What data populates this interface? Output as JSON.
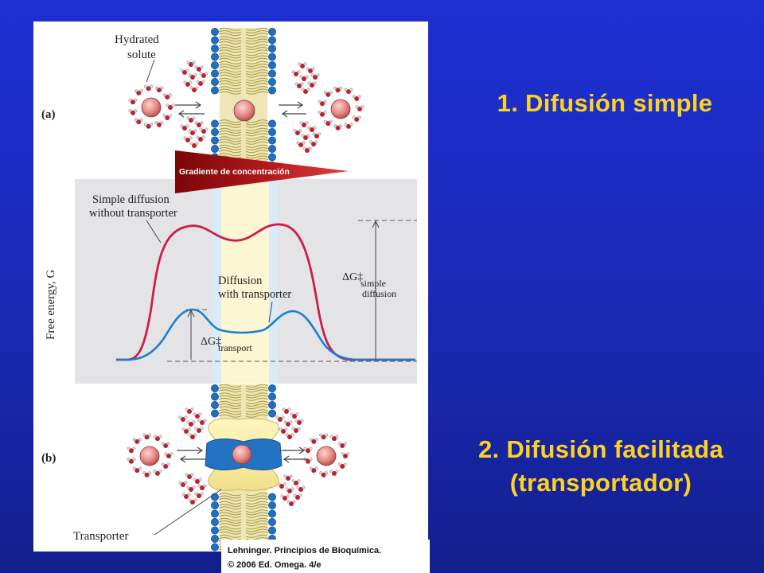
{
  "figure": {
    "hydrated_solute_label": [
      "Hydrated",
      "solute"
    ],
    "panel_a_label": "(a)",
    "panel_b_label": "(b)",
    "gradient_label": "Gradiente de concentración",
    "simple_diffusion_label": [
      "Simple diffusion",
      "without transporter"
    ],
    "transporter_diffusion_label": [
      "Diffusion",
      "with transporter"
    ],
    "y_axis_label": "Free energy, G",
    "delta_g_simple": {
      "symbol": "ΔG‡",
      "sub1": "simple",
      "sub2": "diffusion"
    },
    "delta_g_transport": {
      "symbol": "ΔG‡",
      "sub": "transport"
    },
    "transporter_label": "Transporter"
  },
  "titles": {
    "simple": "1. Difusión simple",
    "facilitated_line1": "2. Difusión facilitada",
    "facilitated_line2": "(transportador)"
  },
  "credit": {
    "line1": "Lehninger. Principios de Bioquímica.",
    "line2": "© 2006 Ed. Omega. 4/e"
  },
  "colors": {
    "background": "#1d2fd2",
    "title": "#ffd21f",
    "simple_curve": "#cc1e4a",
    "transport_curve": "#1b7fd0",
    "membrane_head": "#1f6fc2",
    "membrane_tail": "#d9d08a",
    "solute": "#e98a86",
    "gradient": "#9a0f12"
  }
}
